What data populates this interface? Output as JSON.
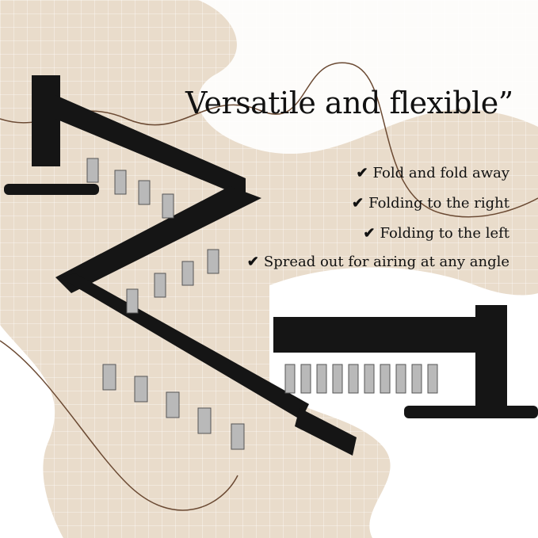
{
  "headline": "Versatile and flexible”",
  "features": [
    {
      "icon": "check-icon",
      "label": "Fold and fold away"
    },
    {
      "icon": "check-icon",
      "label": "Folding to the right"
    },
    {
      "icon": "check-icon",
      "label": "Folding to the left"
    },
    {
      "icon": "check-icon",
      "label": "Spread out for airing at any angle"
    }
  ],
  "colors": {
    "background": "#e9dccb",
    "blob": "#ffffff",
    "line": "#6b4a33",
    "product": "#151515",
    "clip": "#b9b9b9"
  }
}
